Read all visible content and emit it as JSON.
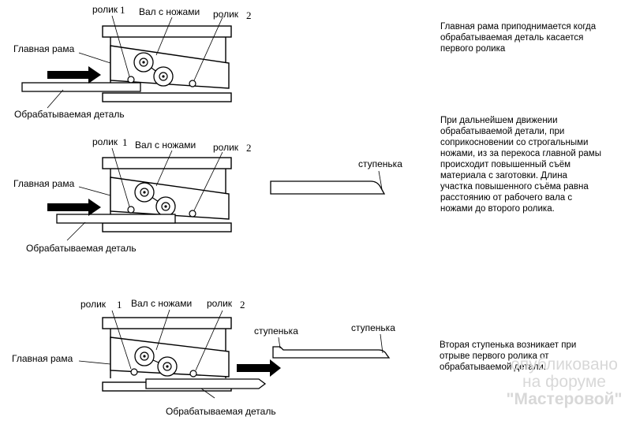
{
  "stages": [
    {
      "label_roller1": "ролик",
      "label_roller1_num": "1",
      "label_shaft": "Вал с ножами",
      "label_roller2": "ролик",
      "label_roller2_num": "2",
      "label_frame": "Главная рама",
      "label_workpiece": "Обрабатываемая деталь",
      "description": [
        "Главная рама приподнимается когда",
        "обрабатываемая деталь касается",
        "первого ролика"
      ]
    },
    {
      "label_roller1": "ролик",
      "label_roller1_num": "1",
      "label_shaft": "Вал с ножами",
      "label_roller2": "ролик",
      "label_roller2_num": "2",
      "label_frame": "Главная рама",
      "label_workpiece": "Обрабатываемая деталь",
      "label_step": "ступенька",
      "description": [
        "При дальнейшем движении",
        "обрабатываемой детали, при",
        "соприкосновении со строгальными",
        "ножами, из за перекоса главной рамы",
        "происходит повышенный съём",
        "материала с заготовки. Длина",
        "участка повышенного съёма равна",
        "расстоянию от рабочего вала с",
        "ножами до второго ролика."
      ]
    },
    {
      "label_roller1": "ролик",
      "label_roller1_num": "1",
      "label_shaft": "Вал с ножами",
      "label_roller2": "ролик",
      "label_roller2_num": "2",
      "label_frame": "Главная рама",
      "label_workpiece": "Обрабатываемая деталь",
      "label_step_a": "ступенька",
      "label_step_b": "ступенька",
      "description": [
        "Вторая ступенька возникает при",
        "отрыве первого ролика от",
        "обрабатываемой детали."
      ]
    }
  ],
  "watermark": {
    "line1": "опубликовано",
    "line2": "на форуме",
    "line3": "\"Мастеровой\""
  }
}
